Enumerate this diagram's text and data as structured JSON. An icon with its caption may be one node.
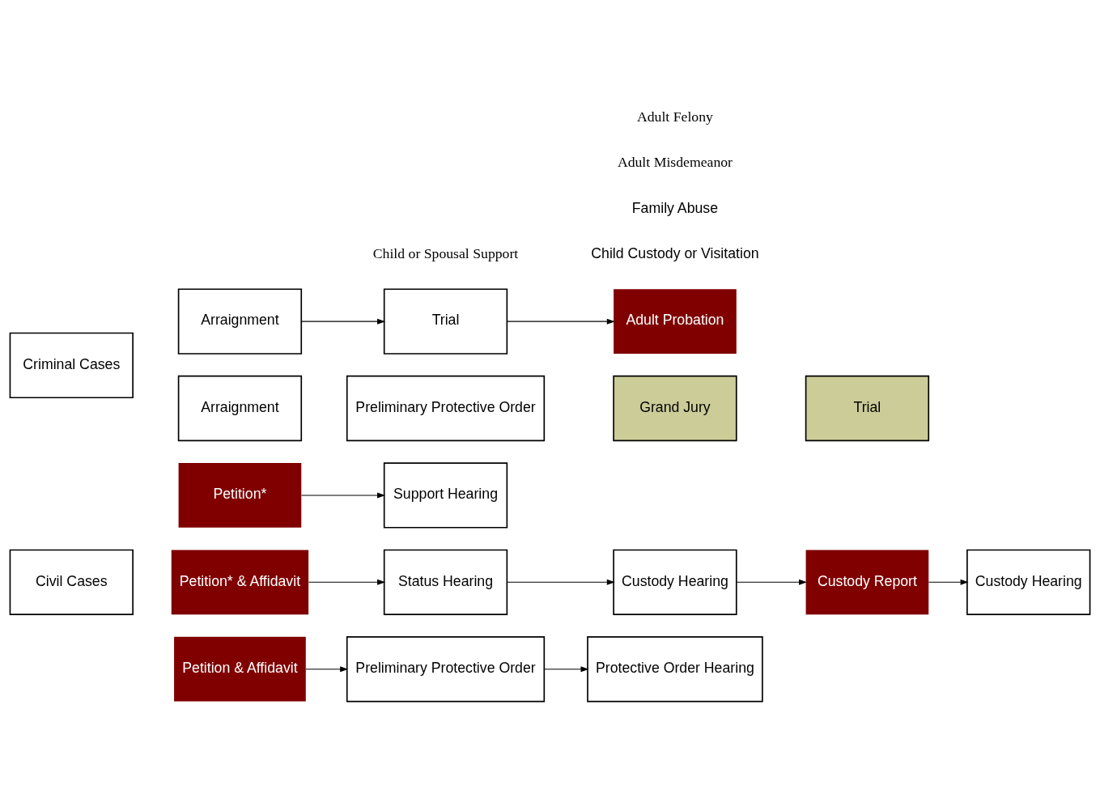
{
  "diagram": {
    "nodes": [
      {
        "text": [
          "Civil Cases"
        ]
      },
      {
        "text": [
          "Petition*"
        ]
      },
      {
        "text": [
          "Support Hearing"
        ]
      },
      {
        "text": [
          "Petition* & Affidavit"
        ]
      },
      {
        "text": [
          "Status Hearing"
        ]
      },
      {
        "text": [
          "Custody Hearing"
        ]
      },
      {
        "text": [
          "Custody Report"
        ]
      },
      {
        "text": [
          "Custody Hearing"
        ]
      },
      {
        "text": [
          "Petition & Affidavit"
        ]
      },
      {
        "text": [
          "Preliminary Protective Order"
        ]
      },
      {
        "text": [
          "Protective Order Hearing"
        ]
      },
      {
        "text": [
          "Criminal Cases"
        ]
      },
      {
        "text": [
          "Arraignment"
        ]
      },
      {
        "text": [
          "Trial"
        ]
      },
      {
        "text": [
          "Adult Probation"
        ]
      },
      {
        "text": [
          "Arraignment"
        ]
      },
      {
        "text": [
          "Preliminary Protective Order"
        ]
      },
      {
        "text": [
          "Grand Jury"
        ]
      },
      {
        "text": [
          "Trial"
        ]
      }
    ],
    "edges": [
      {
        "from": 1,
        "to": 2,
        "arrow": "to"
      },
      {
        "from": 3,
        "to": 4,
        "arrow": "to"
      },
      {
        "from": 4,
        "to": 5,
        "arrow": "to"
      },
      {
        "from": 5,
        "to": 6,
        "arrow": "to"
      },
      {
        "from": 6,
        "to": 7,
        "arrow": "to"
      },
      {
        "from": 8,
        "to": 9,
        "arrow": "to"
      },
      {
        "from": 9,
        "to": 10,
        "arrow": "to"
      },
      {
        "from": 12,
        "to": 13,
        "arrow": "to"
      },
      {
        "from": 13,
        "to": 14,
        "arrow": "to"
      }
    ],
    "labels": [
      "Child or Spousal Support",
      "Child Custody or Visitation",
      "Family Abuse",
      "Adult Misdemeanor",
      "Adult Felony"
    ]
  }
}
